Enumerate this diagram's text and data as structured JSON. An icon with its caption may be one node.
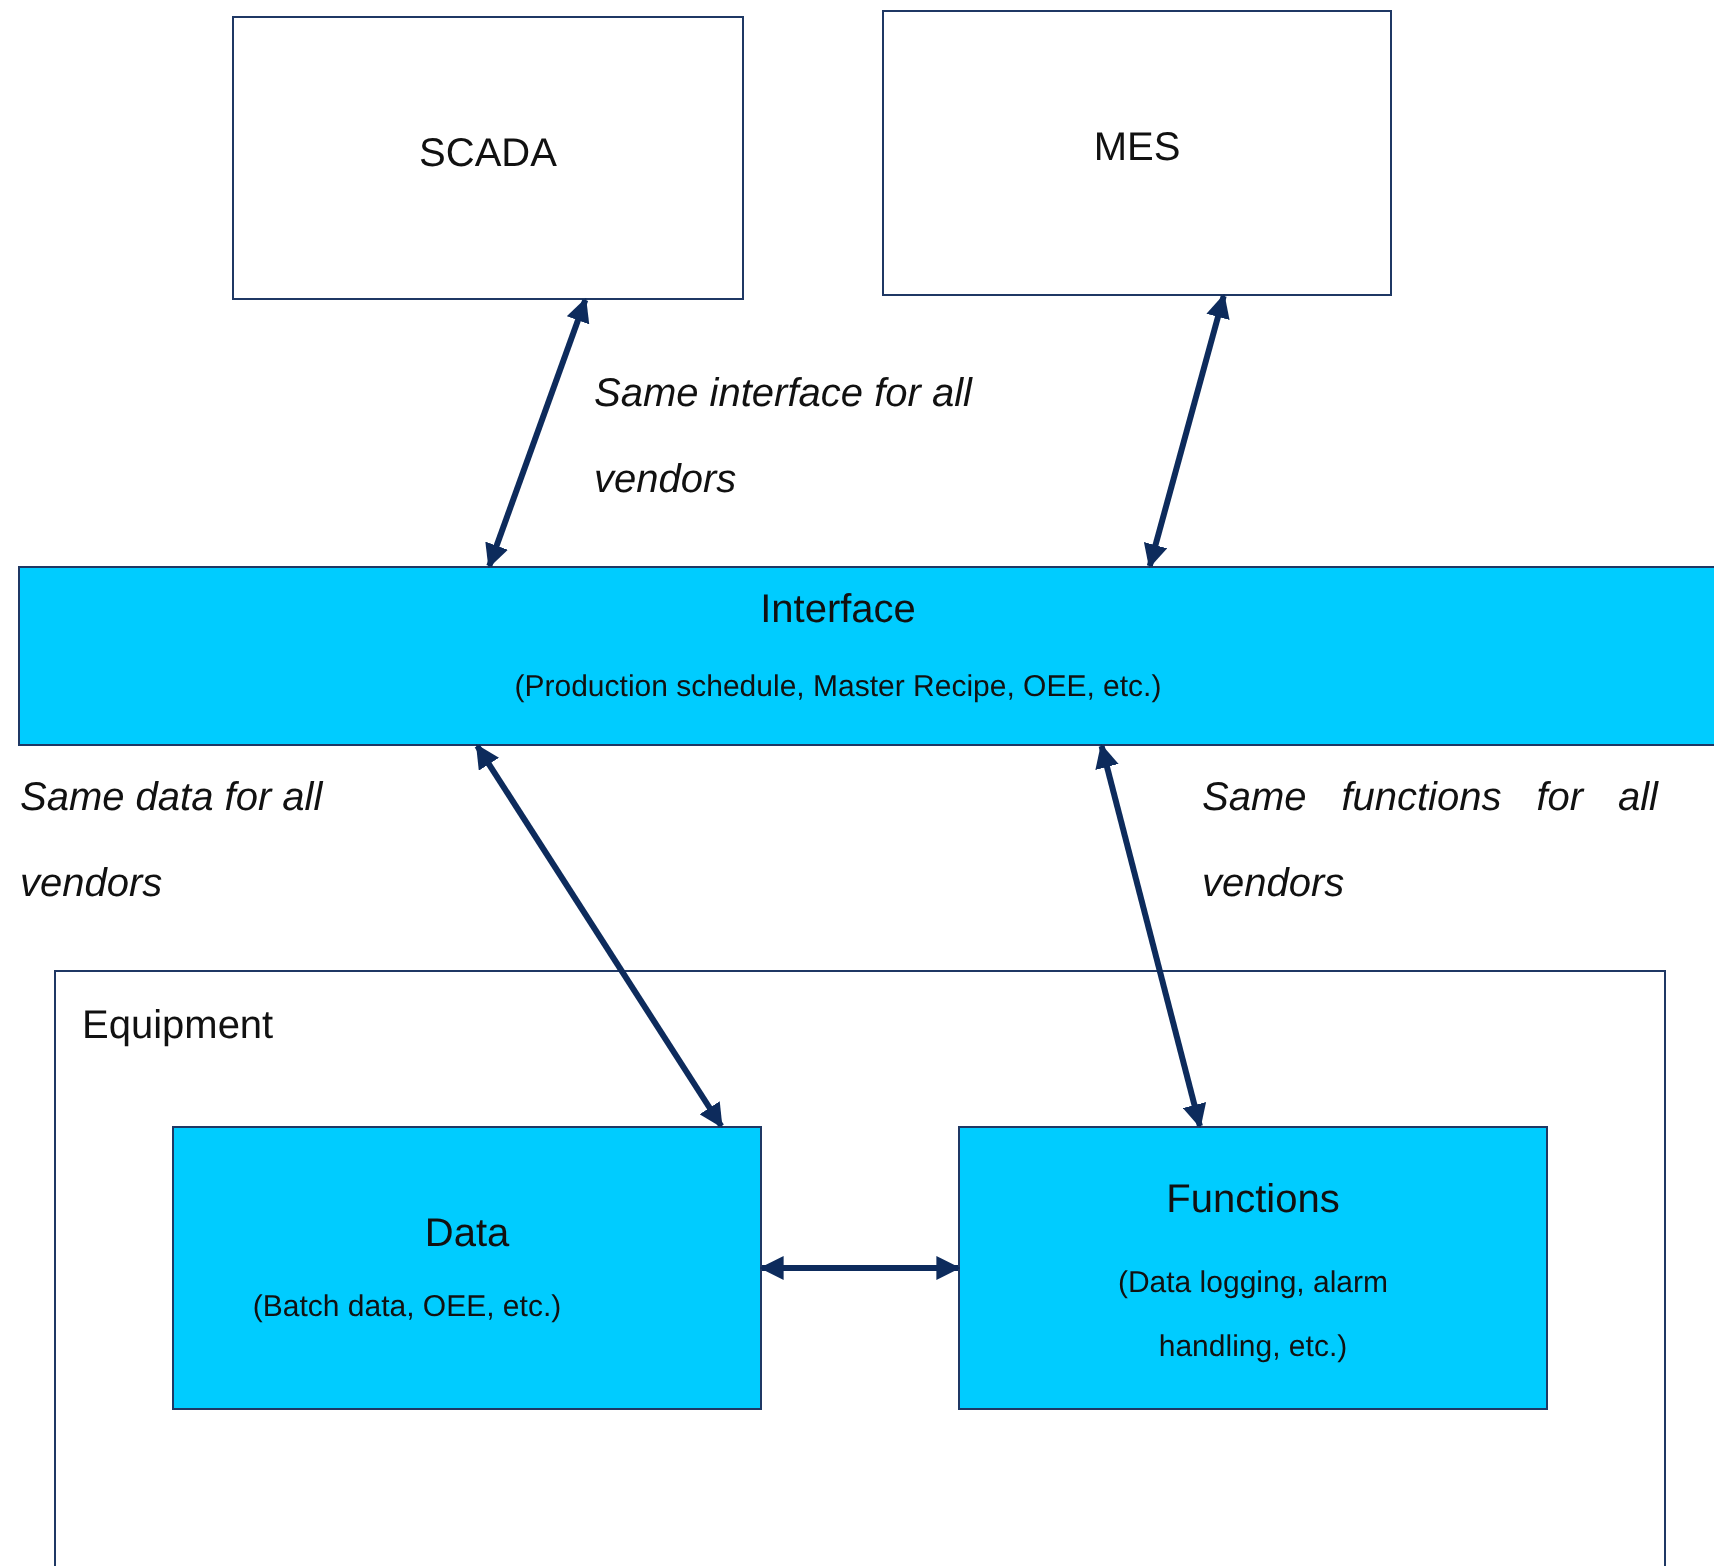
{
  "diagram": {
    "nodes": [
      {
        "text": [
          "SCADA"
        ]
      },
      {
        "text": [
          "MES"
        ]
      },
      {
        "text": [
          "Interface",
          "(Production schedule, Master Recipe, OEE, etc.)"
        ]
      },
      {
        "text": [
          "Equipment"
        ]
      },
      {
        "text": [
          "Data",
          "(Batch data, OEE, etc.)"
        ],
        "in": 3
      },
      {
        "text": [
          "Functions",
          "(Data logging, alarm handling, etc.)"
        ],
        "in": 3
      }
    ],
    "edges": [
      {
        "from": 0,
        "to": 2,
        "arrow": "both"
      },
      {
        "from": 1,
        "to": 2,
        "arrow": "both"
      },
      {
        "from": 2,
        "to": 4,
        "arrow": "both"
      },
      {
        "from": 2,
        "to": 5,
        "arrow": "both"
      },
      {
        "from": 4,
        "to": 5,
        "arrow": "both"
      }
    ],
    "labels": [
      "Same interface for all vendors",
      "Same data for all vendors",
      "Same functions for all vendors"
    ]
  }
}
